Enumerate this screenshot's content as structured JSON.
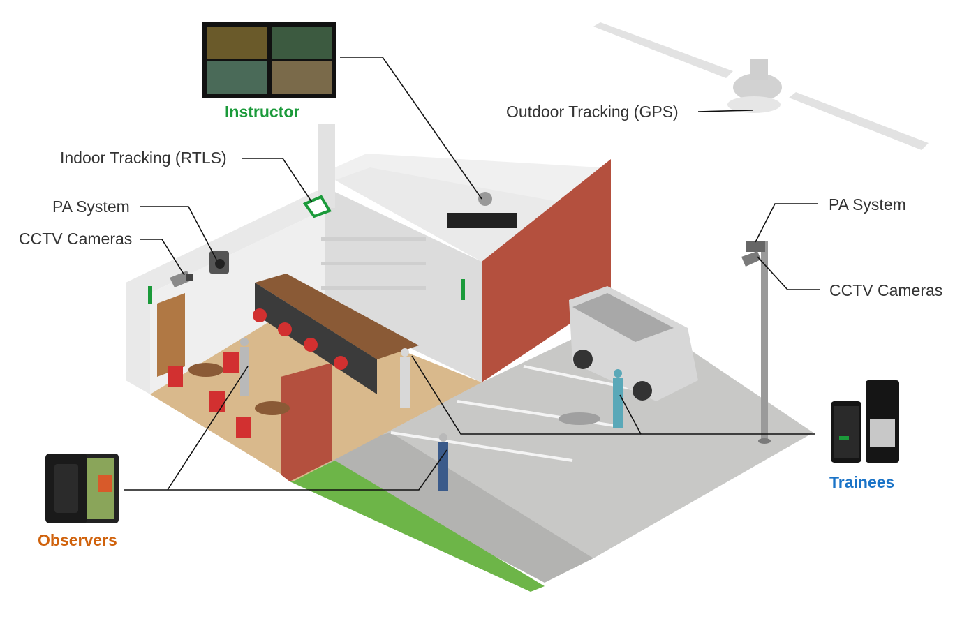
{
  "colors": {
    "instructor": "#1b9a3a",
    "trainees": "#1a73c7",
    "observers": "#d0620c",
    "label_text": "#333333",
    "leader_line": "#111111",
    "brick": "#b4503e",
    "floor_wood": "#d9b98c",
    "gravel": "#c9c9c9",
    "grass": "#6db548"
  },
  "labels": {
    "instructor": "Instructor",
    "outdoor_tracking": "Outdoor Tracking (GPS)",
    "indoor_tracking": "Indoor Tracking (RTLS)",
    "pa_system_left": "PA System",
    "cctv_left": "CCTV Cameras",
    "pa_system_right": "PA System",
    "cctv_right": "CCTV Cameras",
    "trainees": "Trainees",
    "observers": "Observers"
  },
  "icons": {
    "satellite": "gps-satellite-icon",
    "rtls_sensor": "rtls-sensor-icon",
    "speaker": "speaker-icon",
    "camera": "cctv-camera-icon",
    "monitors": "instructor-monitors",
    "phone": "smartphone-icon",
    "radio": "radio-device-icon",
    "tablet": "tablet-icon"
  }
}
